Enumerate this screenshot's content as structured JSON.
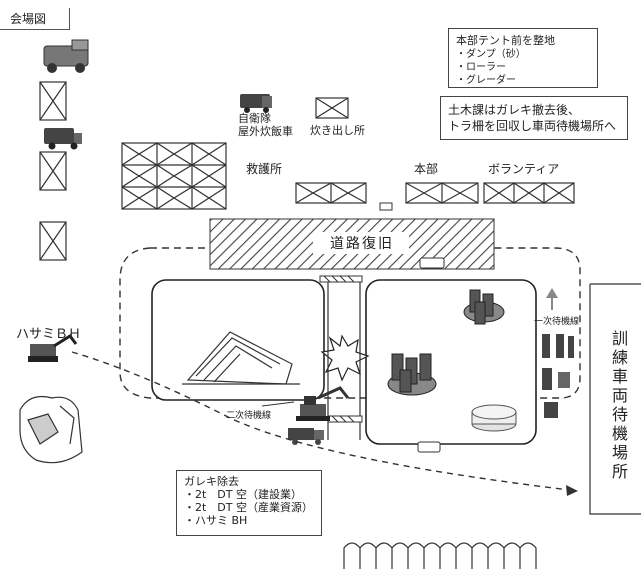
{
  "title": "会場図",
  "top_right_note": {
    "heading": "本部テント前を整地",
    "items": [
      "・ダンプ（砂）",
      "・ローラー",
      "・グレーダー"
    ]
  },
  "instruction_note": {
    "lines": [
      "土木課はガレキ撤去後、",
      "トラ柵を回収し車両待機場所へ"
    ]
  },
  "labels": {
    "jieitai_line1": "自衛隊",
    "jieitai_line2": "屋外炊飯車",
    "takidashi": "炊き出し所",
    "kyugo": "救護所",
    "honbu": "本部",
    "volunteer": "ボランティア",
    "road_recovery": "道路復旧",
    "hasami_bh": "ハサミＢＨ",
    "niji_taiki": "二次待機線",
    "ichiji_taiki": "一次待機線",
    "training_area": "訓練車両待機場所"
  },
  "garekki_note": {
    "heading": "ガレキ除去",
    "items": [
      "・2t　DT 空（建設業）",
      "・2t　DT 空（産業資源）",
      "・ハサミ BH"
    ]
  },
  "colors": {
    "line": "#333333",
    "hatch": "#444444",
    "fill_light": "#dddddd"
  }
}
